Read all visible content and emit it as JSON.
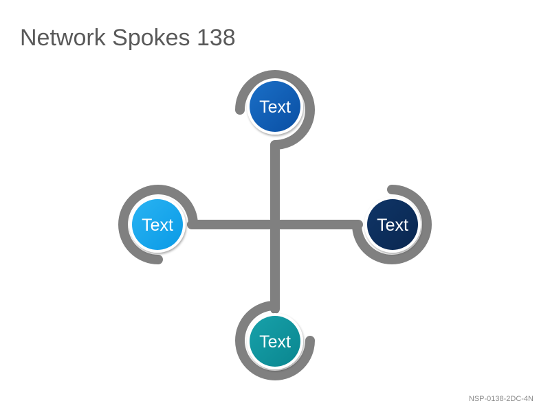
{
  "title": "Network Spokes 138",
  "footer_code": "NSP-0138-2DC-4N",
  "connector_color": "#808080",
  "nodes": [
    {
      "label": "Text",
      "color_start": "#1a6fc7",
      "color_end": "#0a4fa3"
    },
    {
      "label": "Text",
      "color_start": "#29b3f2",
      "color_end": "#0a9ae6"
    },
    {
      "label": "Text",
      "color_start": "#0f3567",
      "color_end": "#0a2750"
    },
    {
      "label": "Text",
      "color_start": "#17a1aa",
      "color_end": "#0a868f"
    }
  ]
}
